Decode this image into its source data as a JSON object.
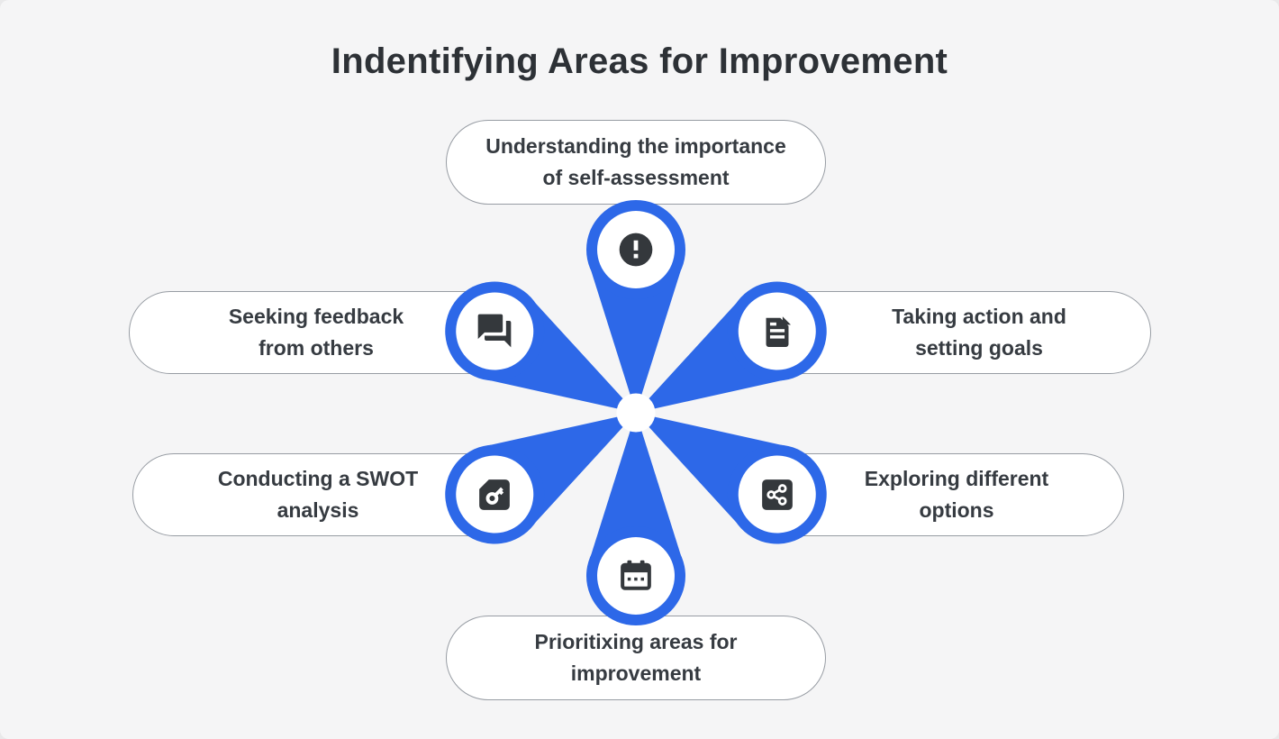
{
  "title": "Indentifying Areas for Improvement",
  "colors": {
    "background": "#f5f5f6",
    "accent_blue": "#2d68e8",
    "icon_ink": "#34383c",
    "pill_border": "#979ca3",
    "pill_fill": "#ffffff",
    "title_ink": "#2d3136"
  },
  "diagram": {
    "type": "radial-flower",
    "node_count": 6,
    "nodes": [
      {
        "id": "self-assessment",
        "position": "top",
        "icon": "alert-icon",
        "lines": [
          "Understanding the importance",
          "of self-assessment"
        ]
      },
      {
        "id": "feedback",
        "position": "upper-left",
        "icon": "chat-icon",
        "lines": [
          "Seeking feedback",
          "from others"
        ]
      },
      {
        "id": "action-goals",
        "position": "upper-right",
        "icon": "document-icon",
        "lines": [
          "Taking action and",
          "setting goals"
        ]
      },
      {
        "id": "swot",
        "position": "lower-left",
        "icon": "key-card-icon",
        "lines": [
          "Conducting a SWOT",
          "analysis"
        ]
      },
      {
        "id": "options",
        "position": "lower-right",
        "icon": "share-icon",
        "lines": [
          "Exploring different",
          "options"
        ]
      },
      {
        "id": "prioritize",
        "position": "bottom",
        "icon": "calendar-icon",
        "lines": [
          "Prioritixing areas for",
          "improvement"
        ]
      }
    ]
  }
}
